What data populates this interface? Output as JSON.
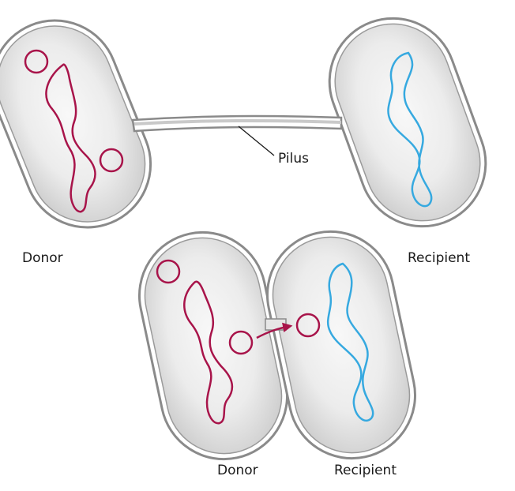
{
  "labels": {
    "pilus": "Pilus",
    "top_donor": "Donor",
    "top_recipient": "Recipient",
    "bottom_donor": "Donor",
    "bottom_recipient": "Recipient"
  },
  "colors": {
    "donor_dna": "#a8144a",
    "recipient_dna": "#36a9e0",
    "cell_outer": "#8a8a8a",
    "cell_fill": "#d7d7d7",
    "cell_highlight": "#f7f7f7",
    "arrow": "#a8144a"
  }
}
